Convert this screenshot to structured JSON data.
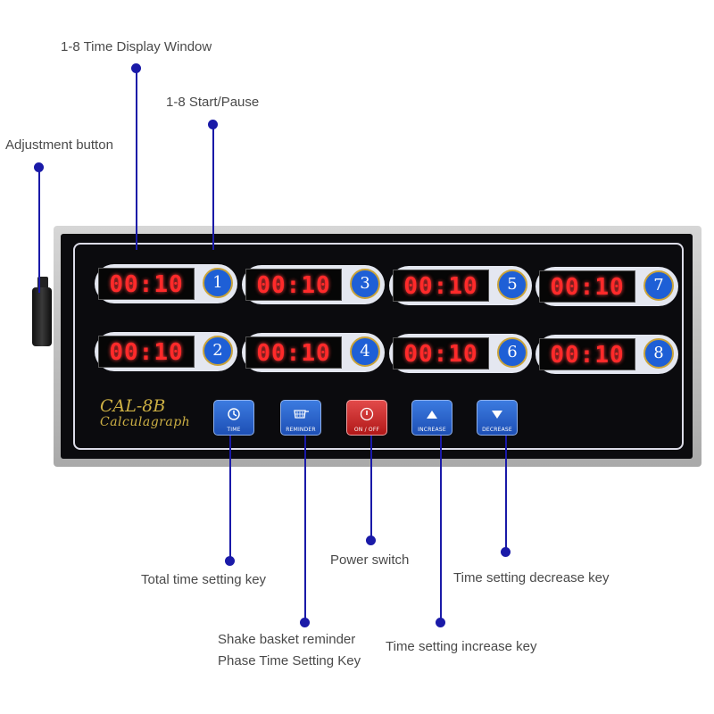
{
  "labels": {
    "time_display_window": "1-8 Time Display Window",
    "start_pause": "1-8 Start/Pause",
    "adjustment_button": "Adjustment button",
    "total_time_key": "Total time setting key",
    "power_switch": "Power switch",
    "decrease_key": "Time setting decrease key",
    "reminder_line1": "Shake basket reminder",
    "reminder_line2": "Phase Time Setting Key",
    "increase_key": "Time setting increase key"
  },
  "device": {
    "model": "CAL-8B",
    "brand": "Calculagraph",
    "timers": [
      {
        "number": "1",
        "time": "00:10"
      },
      {
        "number": "3",
        "time": "00:10"
      },
      {
        "number": "5",
        "time": "00:10"
      },
      {
        "number": "7",
        "time": "00:10"
      },
      {
        "number": "2",
        "time": "00:10"
      },
      {
        "number": "4",
        "time": "00:10"
      },
      {
        "number": "6",
        "time": "00:10"
      },
      {
        "number": "8",
        "time": "00:10"
      }
    ],
    "keys": {
      "time": "TIME",
      "reminder": "REMINDER",
      "power": "ON / OFF",
      "increase": "INCREASE",
      "decrease": "DECREASE"
    }
  },
  "colors": {
    "leader": "#1a1aa8",
    "display_digits": "#ff2a2a",
    "key_blue": "#2a62c8",
    "key_power": "#d03030",
    "brand_gold": "#cdb044"
  }
}
